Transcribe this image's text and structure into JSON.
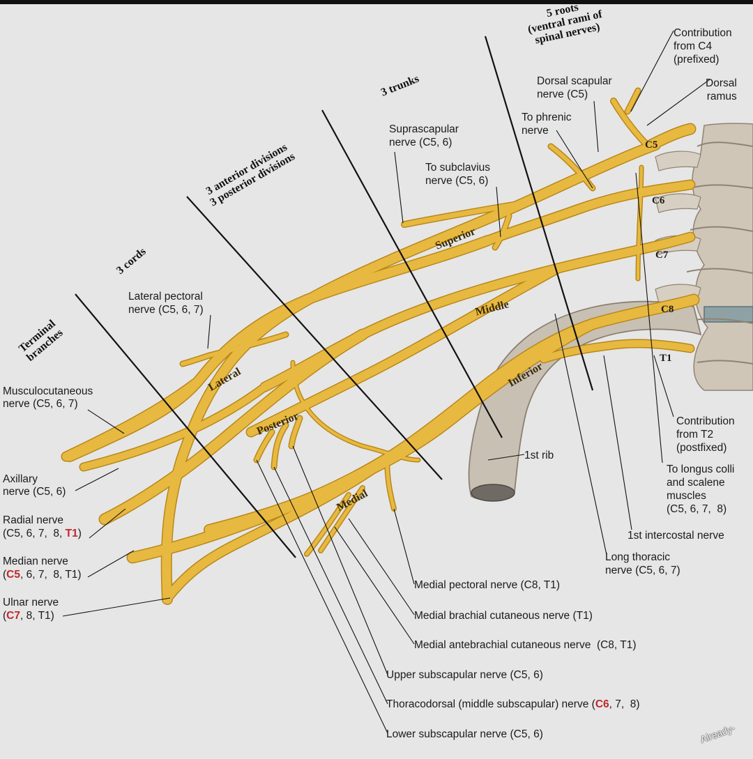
{
  "groups": {
    "roots": "5 roots\n(ventral rami of\nspinal nerves)",
    "trunks": "3 trunks",
    "divisions": "3 anterior divisions\n3 posterior divisions",
    "cords": "3 cords",
    "terminal": "Terminal\nbranches"
  },
  "trunk_names": {
    "superior": "Superior",
    "middle": "Middle",
    "inferior": "Inferior"
  },
  "cord_names": {
    "lateral": "Lateral",
    "posterior": "Posterior",
    "medial": "Medial"
  },
  "root_labels": {
    "c5": "C5",
    "c6": "C6",
    "c7": "C7",
    "c8": "C8",
    "t1": "T1"
  },
  "labels": {
    "contribution_c4": "Contribution\nfrom C4\n(prefixed)",
    "dorsal_ramus": "Dorsal\nramus",
    "dorsal_scapular": "Dorsal scapular\nnerve (C5)",
    "to_phrenic": "To phrenic\nnerve",
    "suprascapular": "Suprascapular\nnerve (C5, 6)",
    "to_subclavius": "To subclavius\nnerve (C5, 6)",
    "lateral_pectoral": "Lateral pectoral\nnerve (C5, 6, 7)",
    "musculocutaneous_1": "Musculocutaneous",
    "musculocutaneous_2": "nerve (C5, 6, 7)",
    "axillary_1": "Axillary",
    "axillary_2": "nerve (C5, 6)",
    "radial_1": "Radial nerve",
    "radial_2a": "(C5, 6, 7,  8, ",
    "radial_2b": "T1",
    "radial_2c": ")",
    "median_1": "Median nerve",
    "median_2a": "(",
    "median_2b": "C5",
    "median_2c": ", 6, 7,  8, T1)",
    "ulnar_1": "Ulnar nerve",
    "ulnar_2a": "(",
    "ulnar_2b": "C7",
    "ulnar_2c": ", 8, T1)",
    "first_rib": "1st rib",
    "contribution_t2": "Contribution\nfrom T2\n(postfixed)",
    "longus_colli": "To longus colli\nand scalene\nmuscles\n(C5, 6, 7,  8)",
    "first_intercostal": "1st intercostal nerve",
    "long_thoracic": "Long thoracic\nnerve (C5, 6, 7)",
    "medial_pectoral": "Medial pectoral nerve (C8, T1)",
    "medial_brachial": "Medial brachial cutaneous nerve (T1)",
    "medial_antebrachial": "Medial antebrachial cutaneous nerve  (C8, T1)",
    "upper_subscapular": "Upper subscapular nerve (C5, 6)",
    "thoracodorsal_a": "Thoracodorsal (middle subscapular) nerve (",
    "thoracodorsal_b": "C6",
    "thoracodorsal_c": ", 7,  8)",
    "lower_subscapular": "Lower subscapular nerve (C5, 6)"
  },
  "watermark": "Already-",
  "colors": {
    "nerve": "#e8b940",
    "nerve_edge": "#b88718",
    "bone": "#c9c0b4",
    "highlight": "#c0272d",
    "background": "#e6e6e6"
  }
}
